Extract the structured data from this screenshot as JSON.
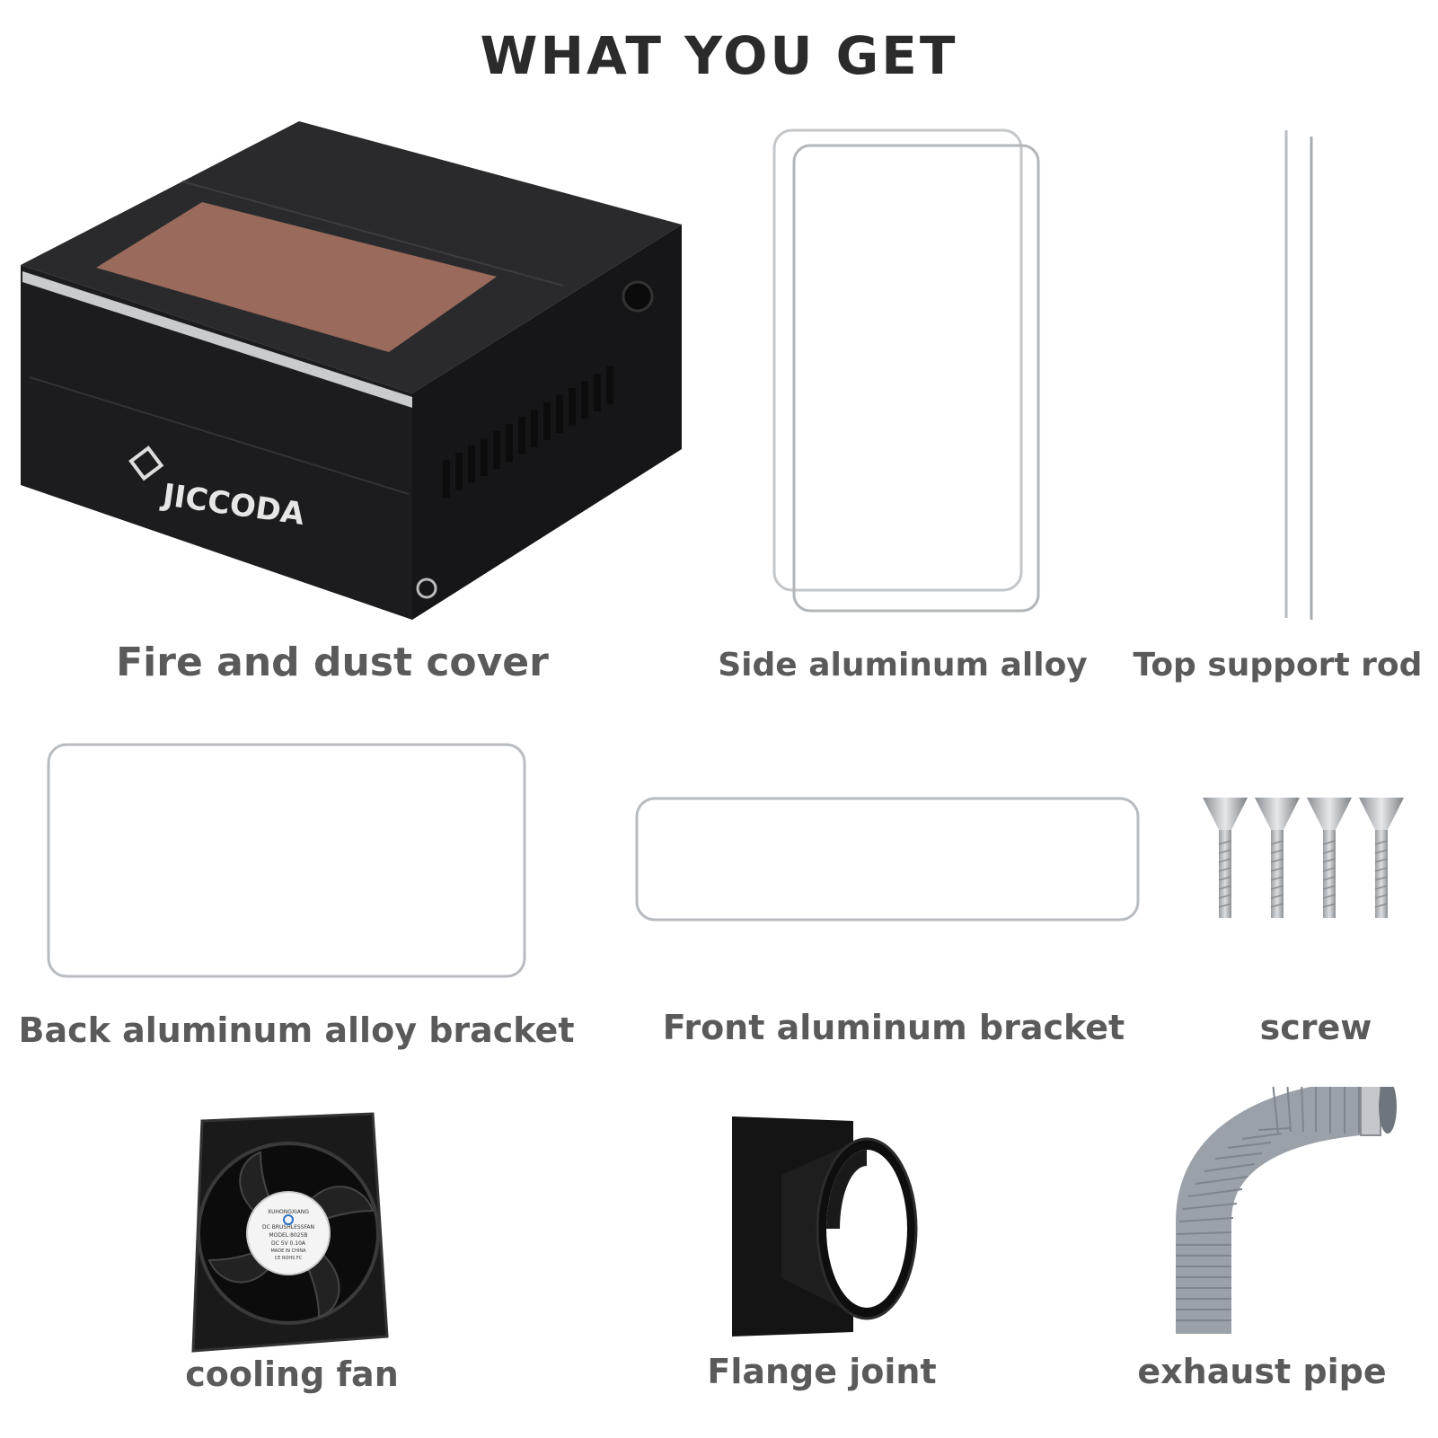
{
  "header": {
    "title": "WHAT YOU GET"
  },
  "items": [
    {
      "label": "Fire and dust cover",
      "brand": "JICCODA"
    },
    {
      "label": "Side aluminum alloy"
    },
    {
      "label": "Top support rod"
    },
    {
      "label": "Back aluminum alloy bracket"
    },
    {
      "label": "Front aluminum bracket"
    },
    {
      "label": "screw"
    },
    {
      "label": "cooling fan",
      "fan_sticker": [
        "XUHONGXIANG",
        "DC BRUSHLESSFAN",
        "MODEL:8025B",
        "DC 5V 0.10A",
        "MADE IN CHINA",
        "CE ROHS FC"
      ]
    },
    {
      "label": "Flange joint"
    },
    {
      "label": "exhaust pipe"
    }
  ],
  "colors": {
    "cover_body": "#1c1c1e",
    "cover_window": "#9a6a5c",
    "pipe": "#9aa1a8",
    "metal": "#b8bcc0",
    "text": "#5a5a5a"
  }
}
